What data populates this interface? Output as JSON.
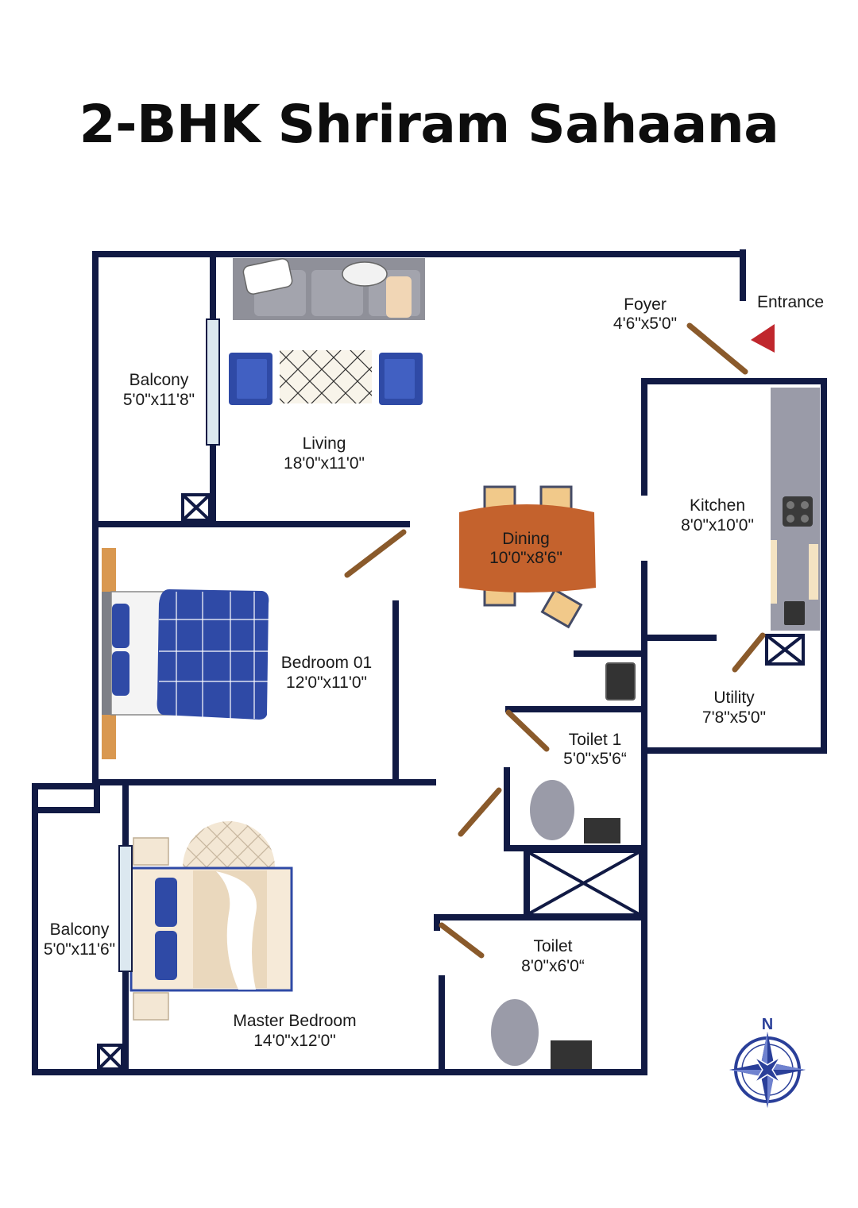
{
  "title": "2-BHK Shriram Sahaana",
  "colors": {
    "wall": "#111a44",
    "door": "#8a5a2b",
    "bed_blue": "#2f4aa6",
    "sofa_gray": "#8f9099",
    "dining_table": "#c4622d",
    "chair": "#f1c98a",
    "entrance_arrow": "#c0272d",
    "compass": "#2a3f99"
  },
  "rooms": [
    {
      "id": "balcony-1",
      "name": "Balcony",
      "size": "5'0\"x11'8\""
    },
    {
      "id": "living",
      "name": "Living",
      "size": "18'0\"x11'0\""
    },
    {
      "id": "foyer",
      "name": "Foyer",
      "size": "4'6\"x5'0\""
    },
    {
      "id": "kitchen",
      "name": "Kitchen",
      "size": "8'0\"x10'0\""
    },
    {
      "id": "dining",
      "name": "Dining",
      "size": "10'0\"x8'6\""
    },
    {
      "id": "bedroom-01",
      "name": "Bedroom 01",
      "size": "12'0\"x11'0\""
    },
    {
      "id": "utility",
      "name": "Utility",
      "size": "7'8\"x5'0\""
    },
    {
      "id": "toilet-1",
      "name": "Toilet 1",
      "size": "5'0\"x5'6“"
    },
    {
      "id": "toilet",
      "name": "Toilet",
      "size": "8'0\"x6'0“"
    },
    {
      "id": "balcony-2",
      "name": "Balcony",
      "size": "5'0\"x11'6\""
    },
    {
      "id": "master-bedroom",
      "name": "Master Bedroom",
      "size": "14'0\"x12'0\""
    }
  ],
  "entrance_label": "Entrance",
  "compass_label": "N",
  "icons": [
    "compass-icon",
    "entrance-arrow-icon",
    "toilet-icon",
    "sink-icon",
    "stove-icon",
    "shaft-icon"
  ]
}
